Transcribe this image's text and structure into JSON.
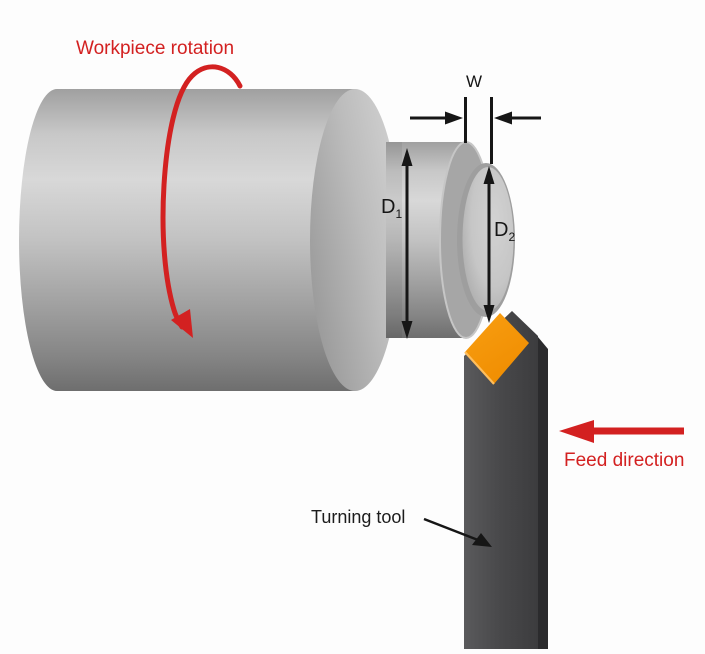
{
  "title": "Turning operation diagram",
  "labels": {
    "workpiece_rotation": "Workpiece rotation",
    "feed_direction": "Feed direction",
    "turning_tool": "Turning tool",
    "cut_width": "W",
    "d1_base": "D",
    "d1_sub": "1",
    "d2_base": "D",
    "d2_sub": "2"
  },
  "colors": {
    "background": "#fdfdfd",
    "annotation_red": "#d32121",
    "dimension_black": "#161616",
    "insert_orange": "#f79408",
    "insert_edge_highlight": "#ffbe5c",
    "tool_front_gray": "#48484a",
    "tool_side_gray": "#2b2b2d",
    "workpiece_light_gray": "#d8d8d8",
    "workpiece_mid_gray": "#c2c2c2",
    "workpiece_dark_gray": "#6e6e6e"
  }
}
